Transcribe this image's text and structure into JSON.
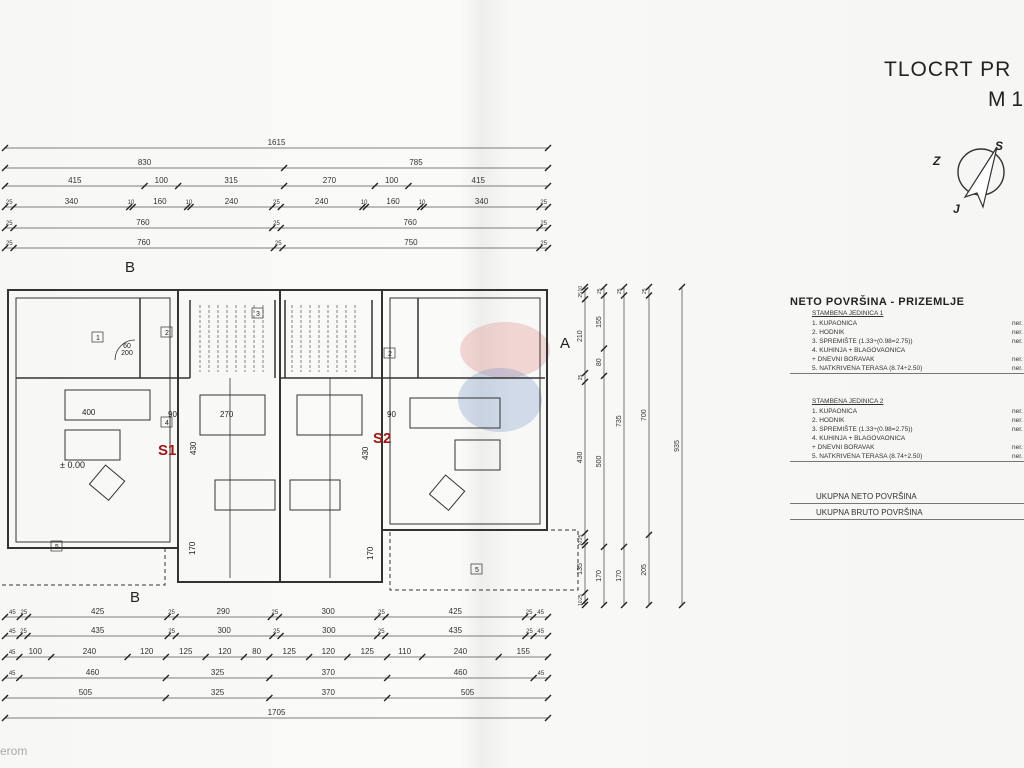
{
  "title": {
    "main": "TLOCRT PR",
    "scale": "M 1"
  },
  "compass": {
    "north": "S",
    "west": "Z",
    "south": "J"
  },
  "legend": {
    "heading": "NETO POVRŠINA - PRIZEMLJE",
    "units": [
      {
        "name": "STAMBENA JEDINICA 1",
        "items": [
          {
            "label": "1. KUPAONICA",
            "value": "ner. pov."
          },
          {
            "label": "2. HODNIK",
            "value": "ner. pov."
          },
          {
            "label": "3. SPREMIŠTE (1.33÷(0.98=2.75))",
            "value": "ner. pov."
          },
          {
            "label": "4. KUHINJA + BLAGOVAONICA",
            "value": ""
          },
          {
            "label": "+ DNEVNI BORAVAK",
            "value": "ner. pov."
          },
          {
            "label": "5. NATKRIVENA TERASA (8.74÷2.50)",
            "value": "ner. pov."
          }
        ]
      },
      {
        "name": "STAMBENA JEDINICA 2",
        "items": [
          {
            "label": "1. KUPAONICA",
            "value": "ner. pov."
          },
          {
            "label": "2. HODNIK",
            "value": "ner. pov."
          },
          {
            "label": "3. SPREMIŠTE (1.33÷(0.98=2.75))",
            "value": "ner. pov."
          },
          {
            "label": "4. KUHINJA + BLAGOVAONICA",
            "value": ""
          },
          {
            "label": "+ DNEVNI BORAVAK",
            "value": "ner. pov."
          },
          {
            "label": "5. NATKRIVENA TERASA (8.74÷2.50)",
            "value": "ner. pov."
          }
        ]
      }
    ],
    "totals": [
      "UKUPNA NETO POVRŠINA",
      "UKUPNA BRUTO POVRŠINA"
    ]
  },
  "dimensions_top": [
    [
      1615
    ],
    [
      830,
      785
    ],
    [
      415,
      100,
      315,
      270,
      100,
      415
    ],
    [
      25,
      340,
      10,
      160,
      10,
      240,
      25,
      240,
      10,
      160,
      10,
      340,
      25
    ],
    [
      25,
      760,
      25,
      760,
      25
    ],
    [
      25,
      760,
      25,
      750,
      25
    ]
  ],
  "dimensions_bottom": [
    [
      45,
      25,
      425,
      25,
      290,
      25,
      300,
      25,
      425,
      25,
      45
    ],
    [
      45,
      25,
      435,
      25,
      300,
      25,
      300,
      25,
      435,
      25,
      45
    ],
    [
      45,
      100,
      240,
      120,
      125,
      120,
      80,
      125,
      120,
      125,
      110,
      240,
      155
    ],
    [
      45,
      460,
      325,
      370,
      460,
      45
    ],
    [
      505,
      325,
      370,
      505
    ],
    [
      1705
    ]
  ],
  "dimensions_right": [
    [
      10,
      25,
      210,
      25,
      430,
      25,
      10,
      135,
      25,
      10
    ],
    [
      25,
      155,
      80,
      500,
      170
    ],
    [
      25,
      735,
      170
    ],
    [
      25,
      700,
      205
    ],
    [
      935
    ]
  ],
  "plan": {
    "unit1": "S1",
    "unit2": "S2",
    "level": "± 0.00",
    "section_a": "A",
    "section_b": "B",
    "rooms": [
      "1",
      "2",
      "3",
      "4",
      "5"
    ],
    "labels": {
      "w400": "400",
      "w90": "90",
      "w270": "270",
      "h430": "430",
      "h170": "170",
      "door": "60\n200"
    }
  },
  "watermark": "erom"
}
